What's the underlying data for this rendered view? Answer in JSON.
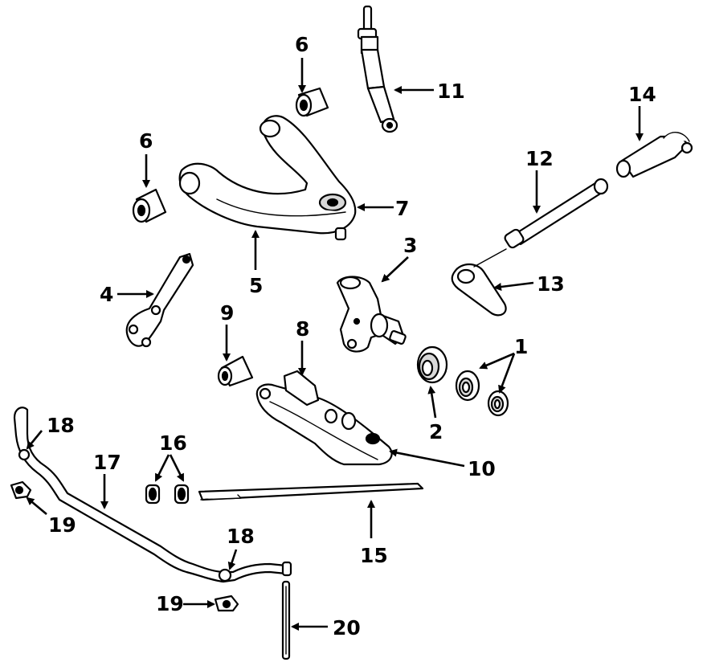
{
  "diagram": {
    "callouts": [
      {
        "id": "1",
        "text": "1"
      },
      {
        "id": "2",
        "text": "2"
      },
      {
        "id": "3",
        "text": "3"
      },
      {
        "id": "4",
        "text": "4"
      },
      {
        "id": "5",
        "text": "5"
      },
      {
        "id": "6a",
        "text": "6"
      },
      {
        "id": "6b",
        "text": "6"
      },
      {
        "id": "7",
        "text": "7"
      },
      {
        "id": "8",
        "text": "8"
      },
      {
        "id": "9",
        "text": "9"
      },
      {
        "id": "10",
        "text": "10"
      },
      {
        "id": "11",
        "text": "11"
      },
      {
        "id": "12",
        "text": "12"
      },
      {
        "id": "13",
        "text": "13"
      },
      {
        "id": "14",
        "text": "14"
      },
      {
        "id": "15",
        "text": "15"
      },
      {
        "id": "16",
        "text": "16"
      },
      {
        "id": "17",
        "text": "17"
      },
      {
        "id": "18a",
        "text": "18"
      },
      {
        "id": "18b",
        "text": "18"
      },
      {
        "id": "19a",
        "text": "19"
      },
      {
        "id": "19b",
        "text": "19"
      },
      {
        "id": "20",
        "text": "20"
      }
    ]
  }
}
